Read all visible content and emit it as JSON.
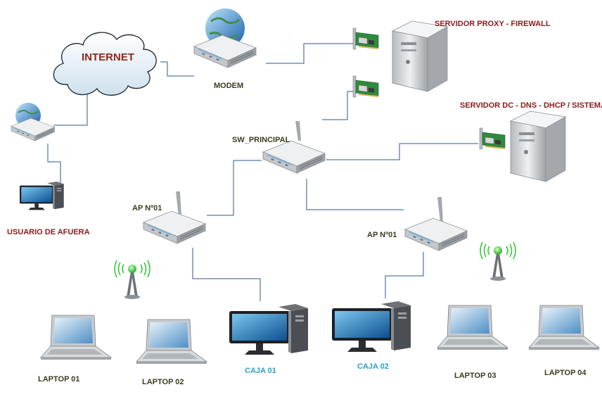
{
  "labels": {
    "internet": "INTERNET",
    "modem": "MODEM",
    "proxy_server": "SERVIDOR PROXY - FIREWALL",
    "dc_server": "SERVIDOR DC -  DNS - DHCP / SISTEMA",
    "switch": "SW_PRINCIPAL",
    "ap_left": "AP Nº01",
    "ap_right": "AP Nº01",
    "outside_user": "USUARIO DE AFUERA",
    "laptop01": "LAPTOP 01",
    "laptop02": "LAPTOP 02",
    "caja01": "CAJA 01",
    "caja02": "CAJA 02",
    "laptop03": "LAPTOP 03",
    "laptop04": "LAPTOP 04"
  },
  "colors": {
    "link": "#2b5a8a",
    "label_dark": "#3b3b1f",
    "label_red": "#8b1a1a",
    "label_cyan": "#2a9fc0",
    "device_body": "#d4d6d8",
    "screen": "#1a6fb0",
    "wireless": "#3cc43c"
  },
  "icons": [
    "cloud-icon",
    "modem-icon",
    "router-icon",
    "switch-icon",
    "access-point-icon",
    "server-icon",
    "network-card-icon",
    "desktop-icon",
    "laptop-icon",
    "wireless-antenna-icon"
  ]
}
